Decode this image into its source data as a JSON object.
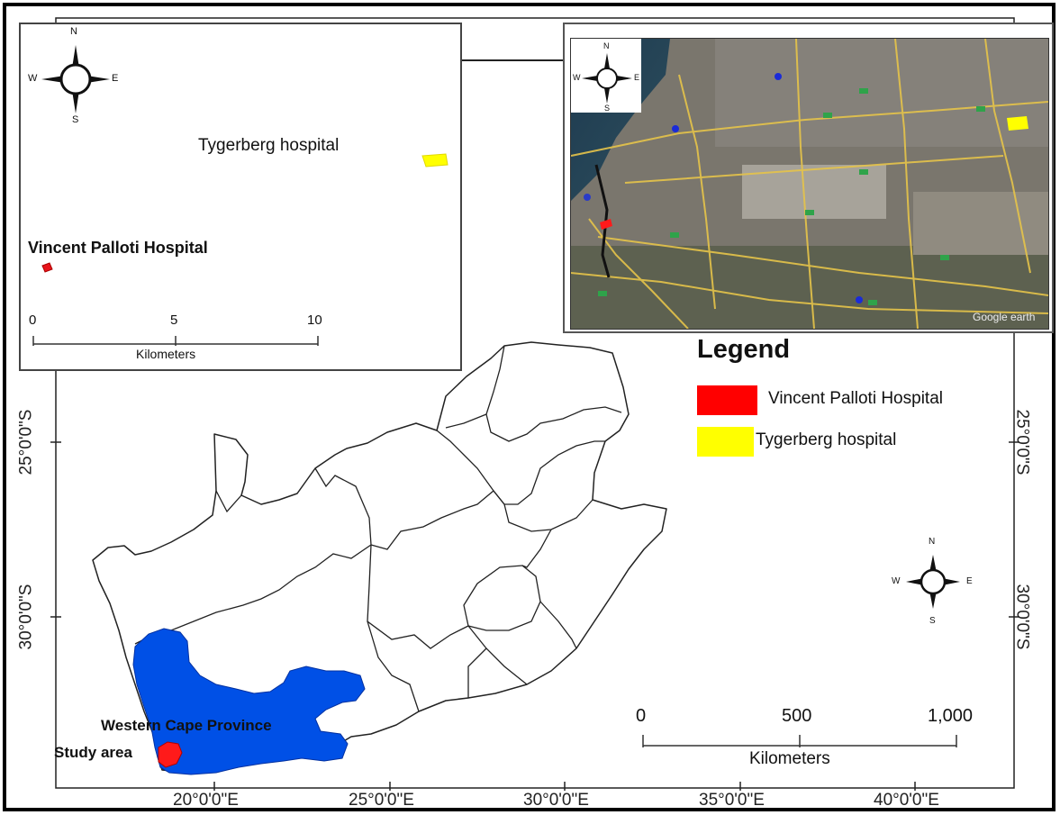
{
  "insets": {
    "local": {
      "hospitals": [
        {
          "name": "Tygerberg hospital",
          "color": "#ffff00"
        },
        {
          "name": "Vincent Palloti Hospital",
          "color": "#e8141b"
        }
      ],
      "scale": {
        "ticks": [
          "0",
          "5",
          "10"
        ],
        "unit": "Kilometers"
      },
      "compass": {
        "n": "N",
        "s": "S",
        "e": "E",
        "w": "W"
      }
    },
    "satellite": {
      "attribution": "Google earth",
      "compass": {
        "n": "N",
        "s": "S",
        "e": "E",
        "w": "W"
      }
    }
  },
  "legend": {
    "title": "Legend",
    "items": [
      {
        "label": "Vincent Palloti Hospital",
        "color": "#ff0000"
      },
      {
        "label": "Tygerberg hospital",
        "color": "#ffff00"
      }
    ]
  },
  "main_map": {
    "region_label": "Western Cape Province",
    "study_label": "Study area",
    "region_color": "#0050e6",
    "study_color": "#ff1a1a",
    "compass": {
      "n": "N",
      "s": "S",
      "e": "E",
      "w": "W"
    },
    "scale": {
      "ticks": [
        "0",
        "500",
        "1,000"
      ],
      "unit": "Kilometers"
    }
  },
  "graticule": {
    "lat_labels": [
      "25°0'0\"S",
      "30°0'0\"S"
    ],
    "lon_labels": [
      "20°0'0\"E",
      "25°0'0\"E",
      "30°0'0\"E",
      "35°0'0\"E",
      "40°0'0\"E"
    ]
  }
}
